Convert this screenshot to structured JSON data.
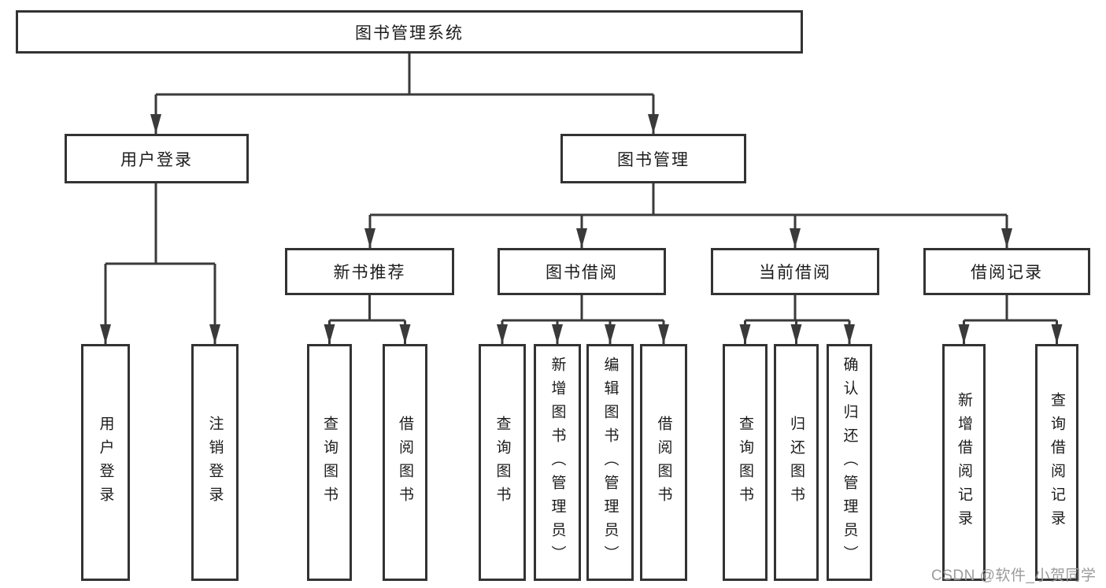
{
  "diagram": {
    "root": {
      "label": "图书管理系统"
    },
    "branches": {
      "user_login": {
        "label": "用户登录",
        "children": {
          "login": {
            "label": "用户登录"
          },
          "logout": {
            "label": "注销登录"
          }
        }
      },
      "book_management": {
        "label": "图书管理",
        "sections": {
          "new_book_recommend": {
            "label": "新书推荐",
            "children": {
              "query_books": {
                "label": "查询图书"
              },
              "borrow_books": {
                "label": "借阅图书"
              }
            }
          },
          "book_borrowing": {
            "label": "图书借阅",
            "children": {
              "query_books": {
                "label": "查询图书"
              },
              "add_books_admin": {
                "label": "新增图书（管理员）"
              },
              "edit_books_admin": {
                "label": "编辑图书（管理员）"
              },
              "borrow_books": {
                "label": "借阅图书"
              }
            }
          },
          "current_borrowing": {
            "label": "当前借阅",
            "children": {
              "query_books": {
                "label": "查询图书"
              },
              "return_books": {
                "label": "归还图书"
              },
              "confirm_return_admin": {
                "label": "确认归还（管理员）"
              }
            }
          },
          "borrowing_records": {
            "label": "借阅记录",
            "children": {
              "add_borrow_record": {
                "label": "新增借阅记录"
              },
              "query_borrow_record": {
                "label": "查询借阅记录"
              }
            }
          }
        }
      }
    }
  },
  "watermark": "CSDN @软件_小贺同学",
  "colors": {
    "line": "#3a3a3a",
    "box_border": "#333333",
    "text": "#1c1c1c",
    "background": "#ffffff",
    "watermark_text": "#9b9b9b"
  }
}
